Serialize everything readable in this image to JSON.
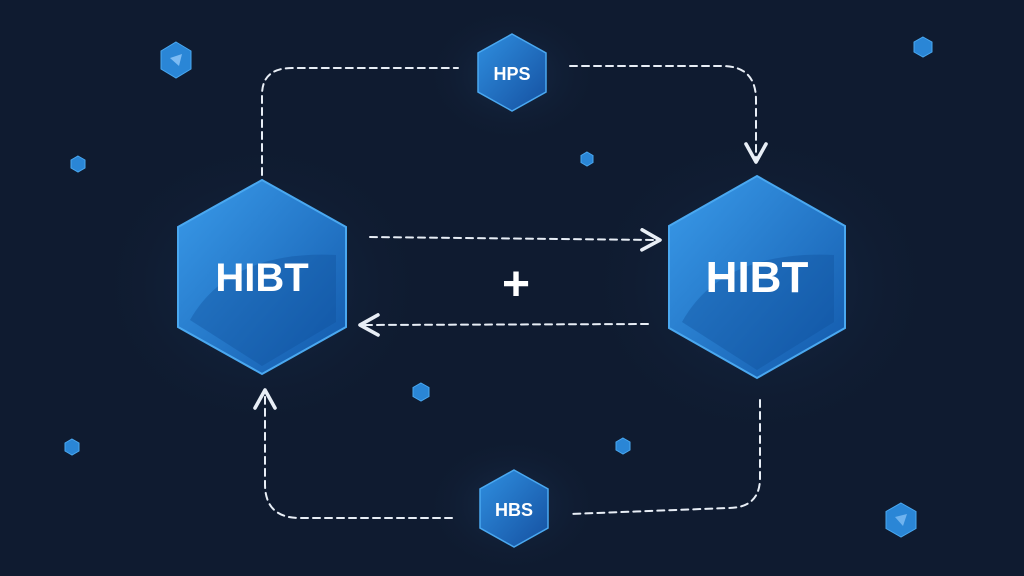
{
  "nodes": {
    "left_main": "HIBT",
    "right_main": "HIBT",
    "top": "HPS",
    "bottom": "HBS",
    "center_symbol": "+"
  },
  "colors": {
    "background": "#0f1b30",
    "hex_light": "#2f8fe0",
    "hex_dark": "#1256a6",
    "connector": "#e8eef6",
    "text": "#ffffff"
  }
}
